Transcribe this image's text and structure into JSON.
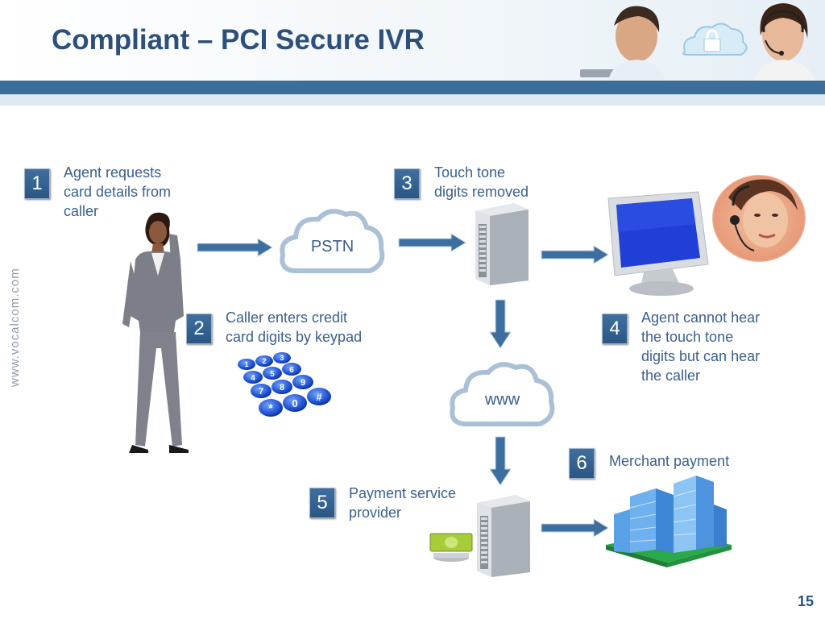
{
  "slide": {
    "title": "Compliant – PCI Secure IVR",
    "side_text": "www.vocalcom.com",
    "page_number": "15"
  },
  "diagram": {
    "clouds": {
      "pstn": "PSTN",
      "www": "www"
    },
    "steps": [
      {
        "number": "1",
        "lines": [
          "Agent requests",
          "card details from",
          "caller"
        ]
      },
      {
        "number": "2",
        "lines": [
          "Caller enters credit",
          "card digits by keypad"
        ]
      },
      {
        "number": "3",
        "lines": [
          "Touch tone",
          "digits removed"
        ]
      },
      {
        "number": "4",
        "lines": [
          "Agent cannot hear",
          "the touch tone",
          "digits but can hear",
          "the caller"
        ]
      },
      {
        "number": "5",
        "lines": [
          "Payment service",
          "provider"
        ]
      },
      {
        "number": "6",
        "lines": [
          "Merchant payment"
        ]
      }
    ],
    "keypad_keys": [
      "1",
      "2",
      "3",
      "4",
      "5",
      "6",
      "7",
      "8",
      "9",
      "*",
      "0",
      "#"
    ]
  },
  "colors": {
    "title": "#2c4f7c",
    "label": "#3a5f8f",
    "badge": "#2f5d8c",
    "arrow": "#3d6ea0",
    "header_band": "#3b6f9a"
  }
}
